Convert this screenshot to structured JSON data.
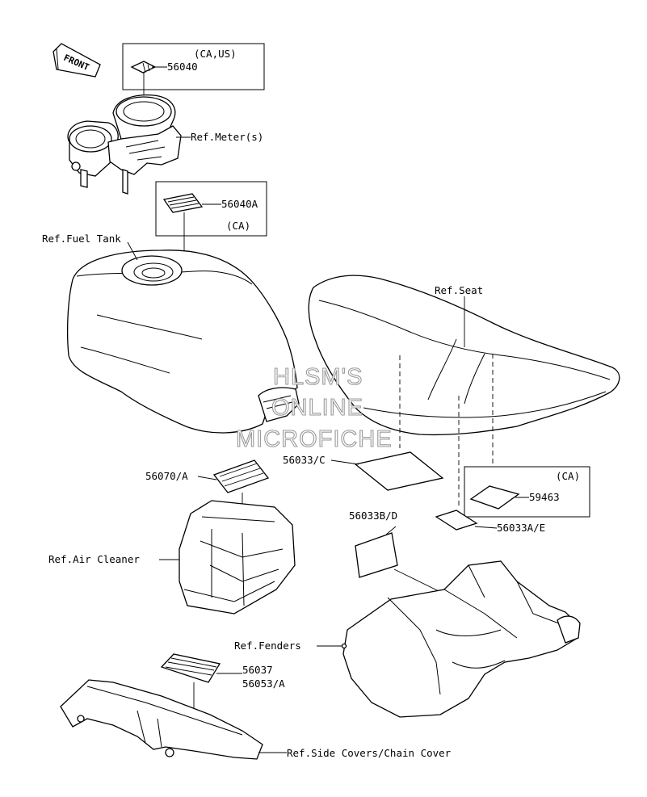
{
  "front_label": "FRONT",
  "watermark": [
    "HLSM'S",
    "ONLINE",
    "MICROFICHE"
  ],
  "boxes": {
    "ca_us": "(CA,US)",
    "ca_1": "(CA)",
    "ca_2": "(CA)"
  },
  "part_numbers": {
    "p56040": "56040",
    "p56040A": "56040A",
    "p56070A": "56070/A",
    "p56033C": "56033/C",
    "p56033BD": "56033B/D",
    "p59463": "59463",
    "p56033AE": "56033A/E",
    "p56037": "56037",
    "p56053A": "56053/A"
  },
  "references": {
    "meter": "Ref.Meter(s)",
    "fuel_tank": "Ref.Fuel Tank",
    "seat": "Ref.Seat",
    "air_cleaner": "Ref.Air Cleaner",
    "fenders": "Ref.Fenders",
    "side_covers": "Ref.Side Covers/Chain Cover"
  }
}
